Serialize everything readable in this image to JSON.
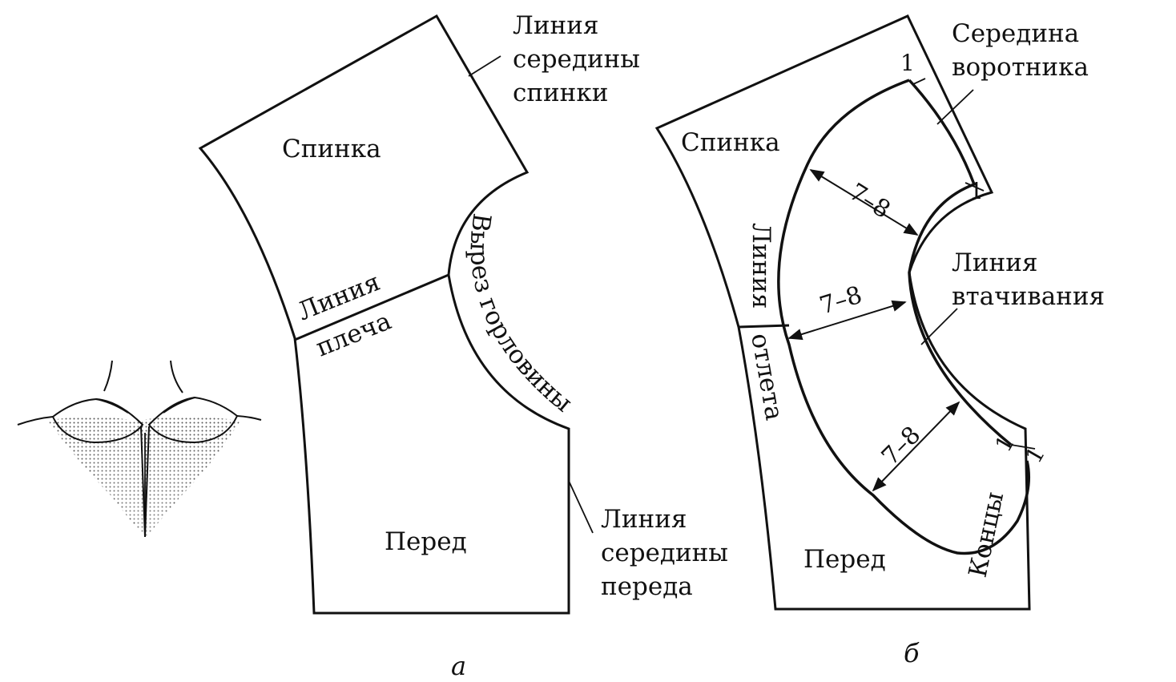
{
  "panel_a": {
    "caption": "а",
    "back_label": "Спинка",
    "front_label": "Перед",
    "back_center_line": [
      "Линия",
      "середины",
      "спинки"
    ],
    "shoulder_line": [
      "Линия",
      "плеча"
    ],
    "neckline_label": "Вырез горловины",
    "front_center_line": [
      "Линия",
      "середины",
      "переда"
    ]
  },
  "panel_b": {
    "caption": "б",
    "back_label": "Спинка",
    "front_label": "Перед",
    "collar_center": [
      "Середина",
      "воротника"
    ],
    "seam_line": [
      "Линия",
      "втачивания"
    ],
    "fold_line": [
      "Линия",
      "отлета"
    ],
    "ends_label": "Концы",
    "width_labels": [
      "7–8",
      "7–8",
      "7–8"
    ],
    "offset_marks": [
      "1",
      "1",
      "1",
      "1"
    ]
  }
}
